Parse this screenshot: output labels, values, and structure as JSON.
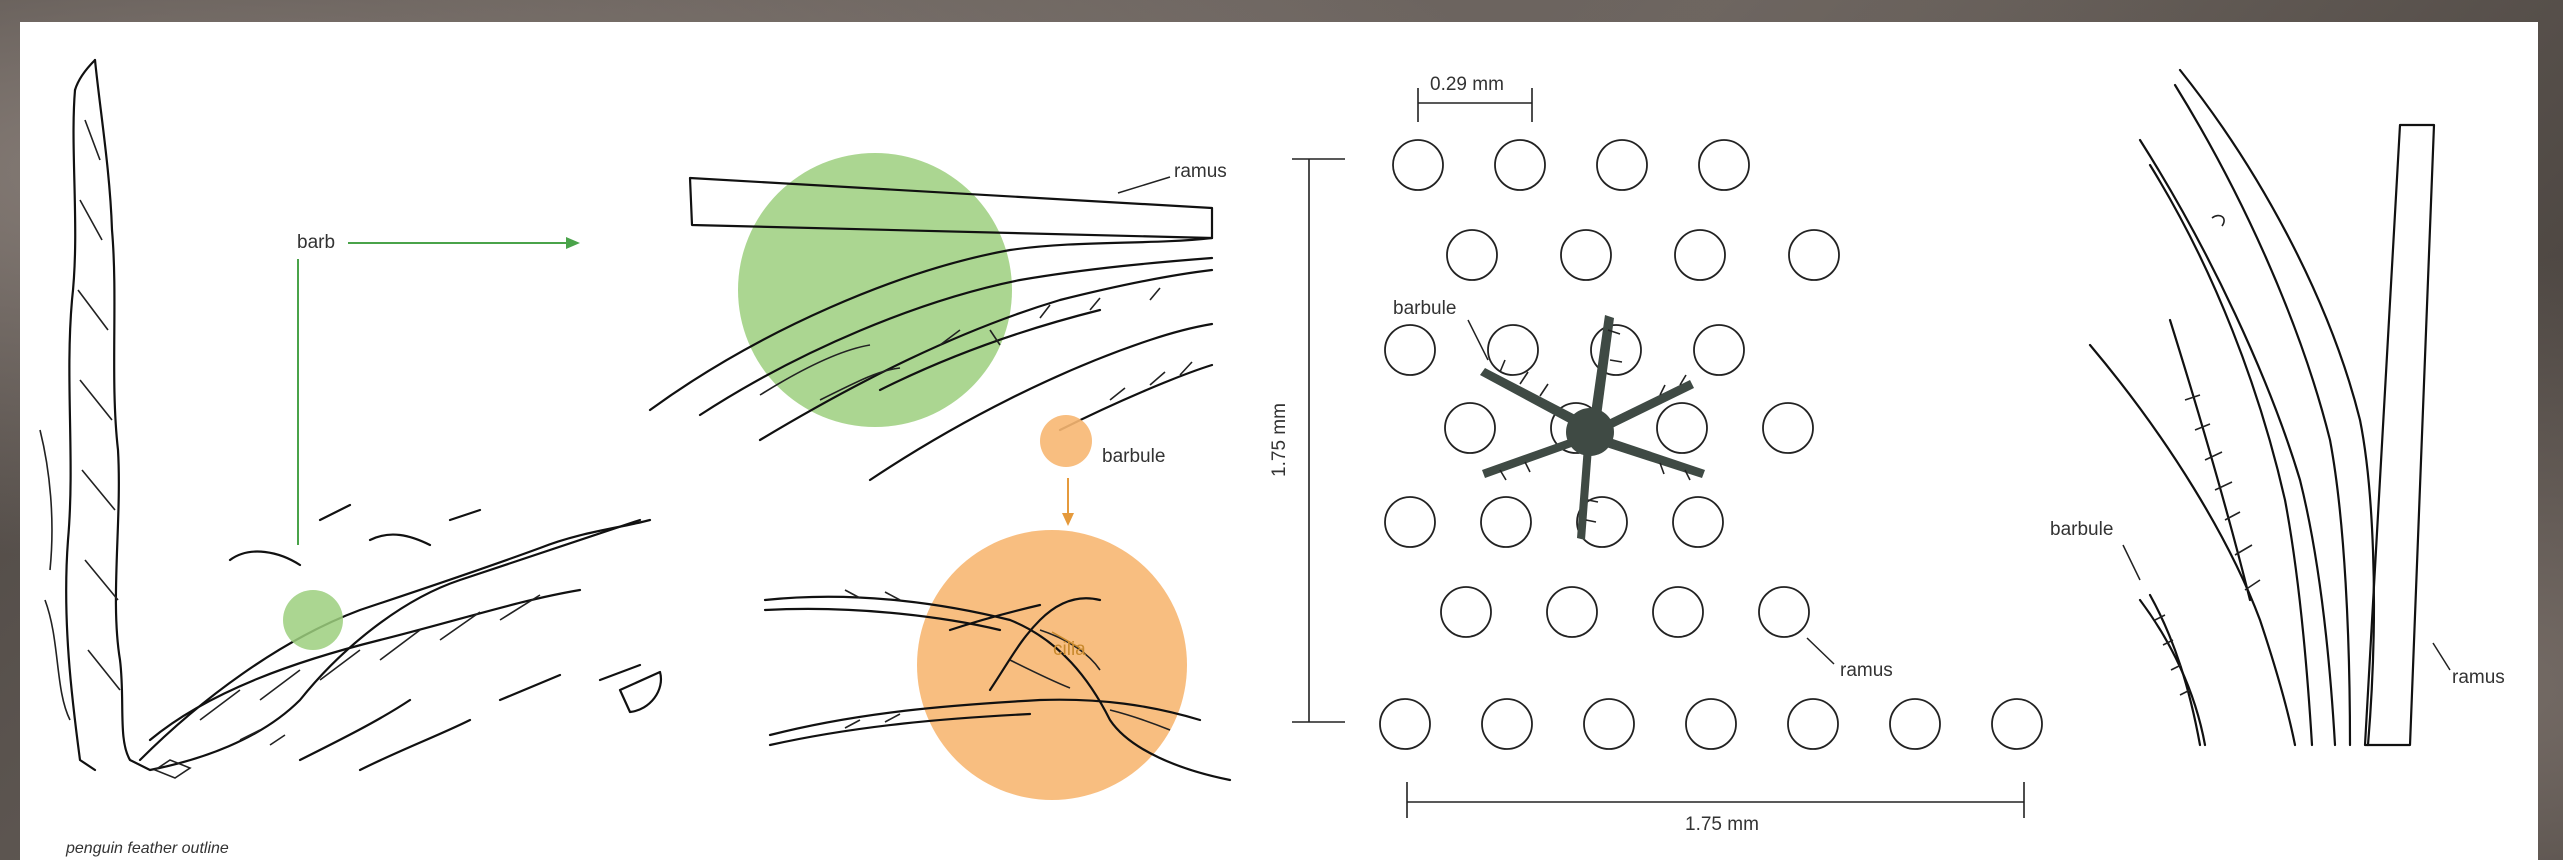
{
  "labels": {
    "barb": "barb",
    "ramus_1": "ramus",
    "barbule_1": "barbule",
    "cilia": "cilia",
    "dim_top": "0.29 mm",
    "dim_side": "1.75 mm",
    "dim_bottom": "1.75 mm",
    "barbule_2": "barbule",
    "ramus_2": "ramus",
    "barbule_3": "barbule",
    "ramus_3": "ramus",
    "caption": "penguin feather outline"
  },
  "colors": {
    "green": "#9ccf7e",
    "green_line": "#4aa34a",
    "orange": "#f7b772",
    "orange_line": "#e59a3c",
    "cilia_text": "#c98a2e",
    "hub": "#3f4a44"
  },
  "grid": {
    "rows": [
      4,
      4,
      4,
      4,
      4,
      4,
      7
    ]
  }
}
